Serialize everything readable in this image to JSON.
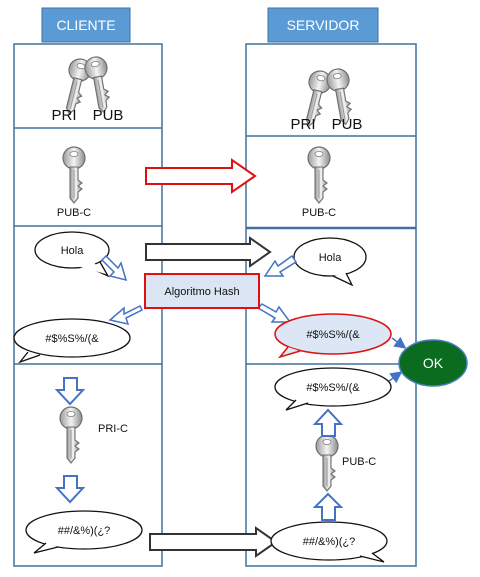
{
  "headers": {
    "client": "CLIENTE",
    "server": "SERVIDOR"
  },
  "client": {
    "key_pri": "PRI",
    "key_pub": "PUB",
    "pub_c": "PUB-C",
    "message": "Hola",
    "hash_text": "#$%S%/(&",
    "pri_c": "PRI-C",
    "cipher": "##/&%)(¿?"
  },
  "server": {
    "key_pri": "PRI",
    "key_pub": "PUB",
    "pub_c": "PUB-C",
    "message": "Hola",
    "hash_text": "#$%S%/(&",
    "decrypted_hash": "#$%S%/(&",
    "pub_c_key": "PUB-C",
    "cipher": "##/&%)(¿?"
  },
  "hash_box": "Algoritmo Hash",
  "ok": "OK",
  "colors": {
    "header_fill": "#5b9bd5",
    "border": "#41719c",
    "red": "#e01010",
    "ok_fill": "#0b6b1f",
    "hash_fill": "#dbe5f3",
    "hash_bubble_fill": "#dce6f4"
  }
}
